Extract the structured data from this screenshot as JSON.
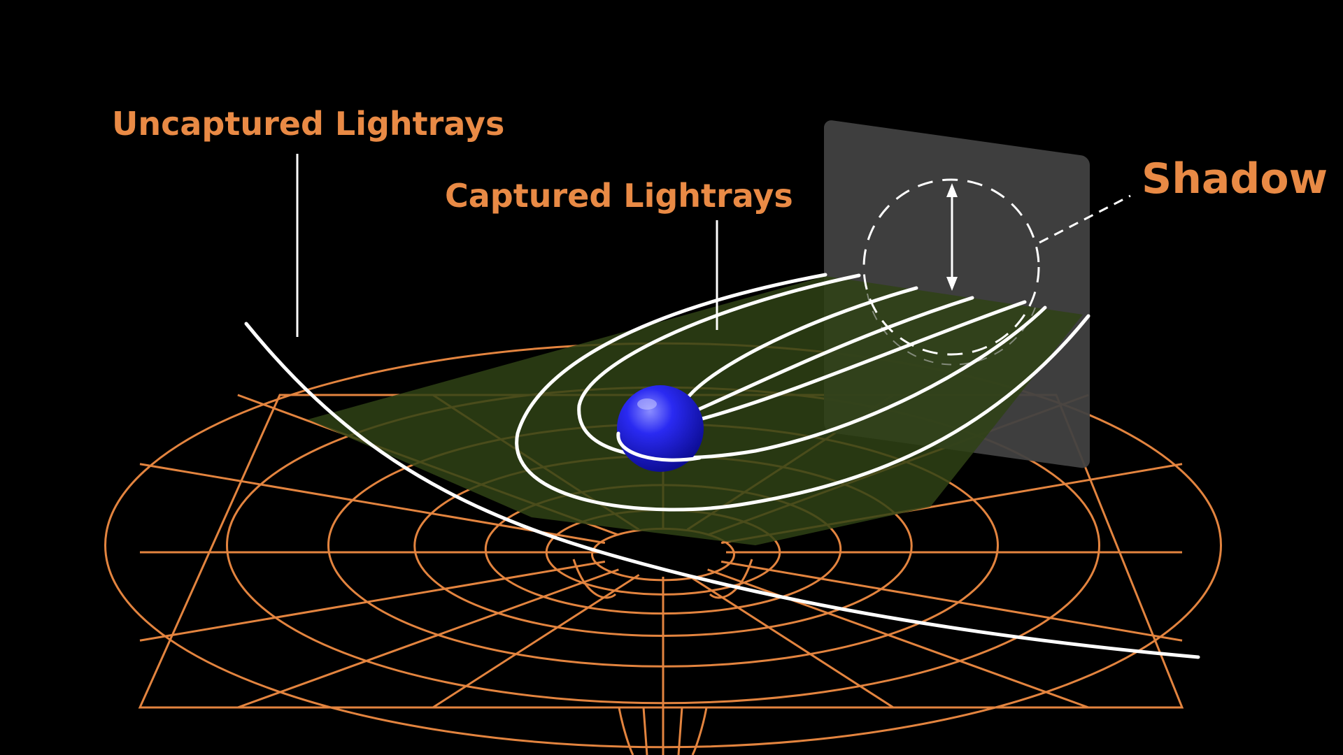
{
  "labels": {
    "uncaptured": "Uncaptured Lightrays",
    "captured": "Captured Lightrays",
    "shadow": "Shadow"
  },
  "colors": {
    "background": "#000000",
    "accent": "#E98A45",
    "grid": "#E3843F",
    "ray": "#FFFFFF",
    "panel": "#414141",
    "cone": "#2F4215",
    "sphere": "#1414E6"
  },
  "icons": {
    "shadow_size": "double-arrow-icon"
  }
}
